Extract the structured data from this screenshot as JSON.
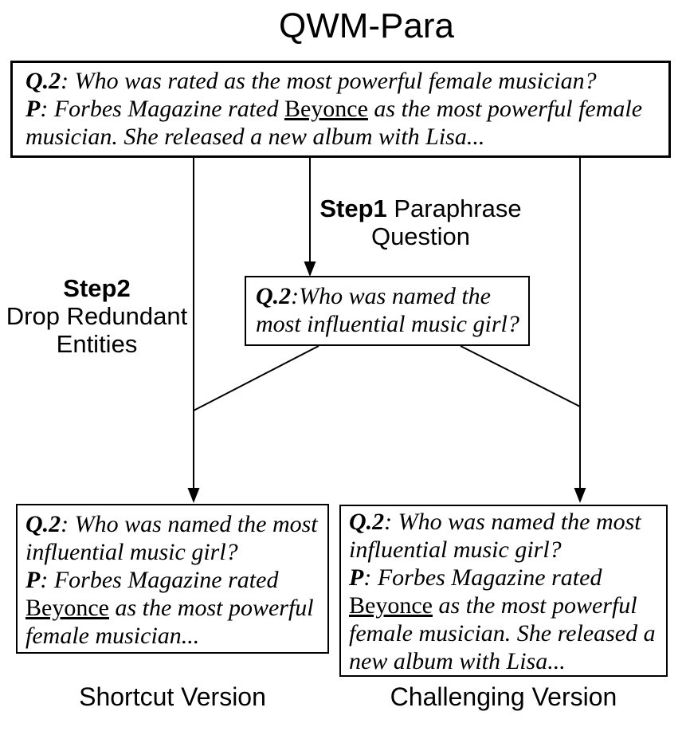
{
  "title": "QWM-Para",
  "colors": {
    "ink": "#000000",
    "background": "#ffffff"
  },
  "labels": {
    "step1_bold": "Step1",
    "step1_rest": " Paraphrase",
    "step1_line2": "Question",
    "step2_bold": "Step2",
    "step2_line2": "Drop Redundant",
    "step2_line3": "Entities",
    "shortcut_caption": "Shortcut Version",
    "challenging_caption": "Challenging Version"
  },
  "boxes": {
    "source": {
      "lines": [
        [
          {
            "t": "Q.2",
            "s": "qp"
          },
          {
            "t": ": Who was rated as the most powerful female musician?",
            "s": "it"
          }
        ],
        [
          {
            "t": "P",
            "s": "qp"
          },
          {
            "t": ": Forbes Magazine rated ",
            "s": "it"
          },
          {
            "t": "Beyonce",
            "s": "ent"
          },
          {
            "t": " as the most powerful female",
            "s": "it"
          }
        ],
        [
          {
            "t": "musician. She released a new album with Lisa...",
            "s": "it"
          }
        ]
      ]
    },
    "paraphrased": {
      "lines": [
        [
          {
            "t": "Q.2",
            "s": "qp"
          },
          {
            "t": ":Who was named the",
            "s": "it"
          }
        ],
        [
          {
            "t": "most influential music girl?",
            "s": "it"
          }
        ]
      ]
    },
    "shortcut": {
      "lines": [
        [
          {
            "t": "Q.2",
            "s": "qp"
          },
          {
            "t": ": Who was named the most",
            "s": "it"
          }
        ],
        [
          {
            "t": "influential music girl?",
            "s": "it"
          }
        ],
        [
          {
            "t": "P",
            "s": "qp"
          },
          {
            "t": ": Forbes Magazine rated",
            "s": "it"
          }
        ],
        [
          {
            "t": "Beyonce",
            "s": "ent"
          },
          {
            "t": " as the most powerful",
            "s": "it"
          }
        ],
        [
          {
            "t": "female musician...",
            "s": "it"
          }
        ]
      ]
    },
    "challenging": {
      "lines": [
        [
          {
            "t": "Q.2",
            "s": "qp"
          },
          {
            "t": ": Who was named the most",
            "s": "it"
          }
        ],
        [
          {
            "t": "influential music girl?",
            "s": "it"
          }
        ],
        [
          {
            "t": "P",
            "s": "qp"
          },
          {
            "t": ": Forbes Magazine rated",
            "s": "it"
          }
        ],
        [
          {
            "t": "Beyonce",
            "s": "ent"
          },
          {
            "t": " as the most powerful",
            "s": "it"
          }
        ],
        [
          {
            "t": "female musician. She released a",
            "s": "it"
          }
        ],
        [
          {
            "t": "new album with Lisa...",
            "s": "it"
          }
        ]
      ]
    }
  }
}
